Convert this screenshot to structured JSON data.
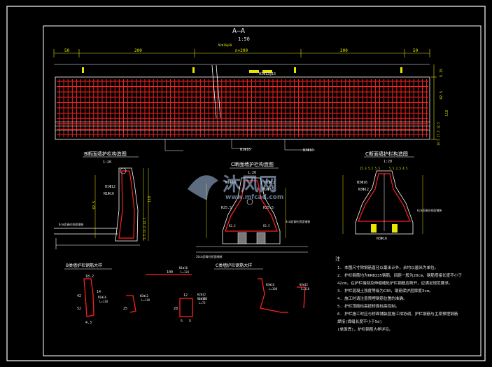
{
  "colors": {
    "background": "#000000",
    "frame": "#ffffff",
    "rebar": "#ff2020",
    "dim": "#e6e600",
    "text": "#e8e8e8"
  },
  "drawing": {
    "section_title": "A—A",
    "section_scale": "1:50",
    "dims_top": [
      "50",
      "200",
      "n×200",
      "200",
      "50"
    ],
    "dims_right": [
      "5.15",
      "42.5",
      "118",
      "10.5 17.5 12.5"
    ],
    "elev_labels": {
      "h1": "H1Φ12@15",
      "n1": "N1Φ16",
      "n3": "N3Φ16",
      "top_note": "N2Φ16@20"
    },
    "view_b": {
      "title": "B断面墙护栏构造图",
      "scale": "1:20",
      "labels": [
        "H1Φ12",
        "N1Φ16",
        "8cm沥青砼桥面铺装",
        "42.5",
        "118",
        "5.5 13.2 42.5"
      ]
    },
    "view_c": {
      "title": "C断面墙护栏构造图",
      "scale": "1:20",
      "labels": [
        "N1Φ16",
        "H1Φ12",
        "N2Φ16",
        "R25.5",
        "R25.5",
        "R2.5",
        "R2.5",
        "20cm沥青砼桥面铺装",
        "3cm沥青砼桥面铺装"
      ]
    },
    "view_c2": {
      "title": "C断面墙护栏构造图",
      "scale": "1:20",
      "labels": [
        "15.3 5.2 5.5",
        "5.5 2.5 4.5",
        "N3Φ16",
        "N3Φ12",
        "N3Φ16",
        "6cm沥青砼桥面铺装"
      ]
    },
    "view_b_detail": {
      "title": "B类墙护栏钢筋大样",
      "labels": [
        "18.2",
        "42",
        "52",
        "4.3",
        "14",
        "N1Φ16",
        "L=118",
        "N3Φ12",
        "L=118",
        "25",
        "H2Φ12",
        "L=118"
      ]
    },
    "view_c_detail": {
      "title": "C类墙护栏钢筋大样",
      "labels": [
        "100",
        "N1Φ16",
        "L=134",
        "12",
        "28",
        "5",
        "5",
        "N2Φ16",
        "L=72",
        "N3Φ16",
        "L=100",
        "N3Φ12",
        "L=118"
      ]
    },
    "notes": {
      "header": "注",
      "items": [
        "1. 本图尺寸除钢筋直径以毫米计外，余均以厘米为单位。",
        "2. 护栏钢筋均为HRB335钢筋，间距一般为20cm，钢筋搭接长度不小于",
        "   42cm，在护栏端部及伸缩缝处护栏钢筋应断开，应满足规范要求。",
        "3. 护栏混凝土强度等级为C30，钢筋保护层厚度3cm。",
        "4. 施工时请注意预埋钢筋位置的准确。",
        "5. 护栏顶面标高按桥面标高控制。",
        "6. 护栏施工时应与桥面铺装层施工相协调，护栏钢筋与主梁预埋钢筋",
        "   焊接(焊缝长度不小于5d)",
        "   (单面焊)，护栏钢筋大样详见。"
      ]
    },
    "watermark": {
      "brand": "沐风网",
      "url": "www.mfcad.com"
    }
  }
}
